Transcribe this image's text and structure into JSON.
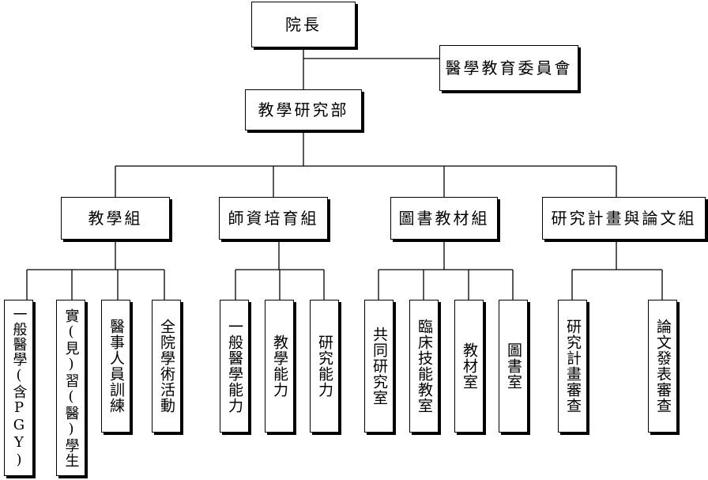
{
  "org": {
    "president": "院長",
    "committee": "醫學教育委員會",
    "department": "教學研究部",
    "groups": [
      {
        "label": "教學組",
        "units": [
          "一般醫學(含PGY)",
          "實(見)習(醫)學生",
          "醫事人員訓練",
          "全院學術活動"
        ]
      },
      {
        "label": "師資培育組",
        "units": [
          "一般醫學能力",
          "教學能力",
          "研究能力"
        ]
      },
      {
        "label": "圖書教材組",
        "units": [
          "共同研究室",
          "臨床技能教室",
          "教材室",
          "圖書室"
        ]
      },
      {
        "label": "研究計畫與論文組",
        "units": [
          "研究計畫審查",
          "論文發表審查"
        ]
      }
    ]
  }
}
